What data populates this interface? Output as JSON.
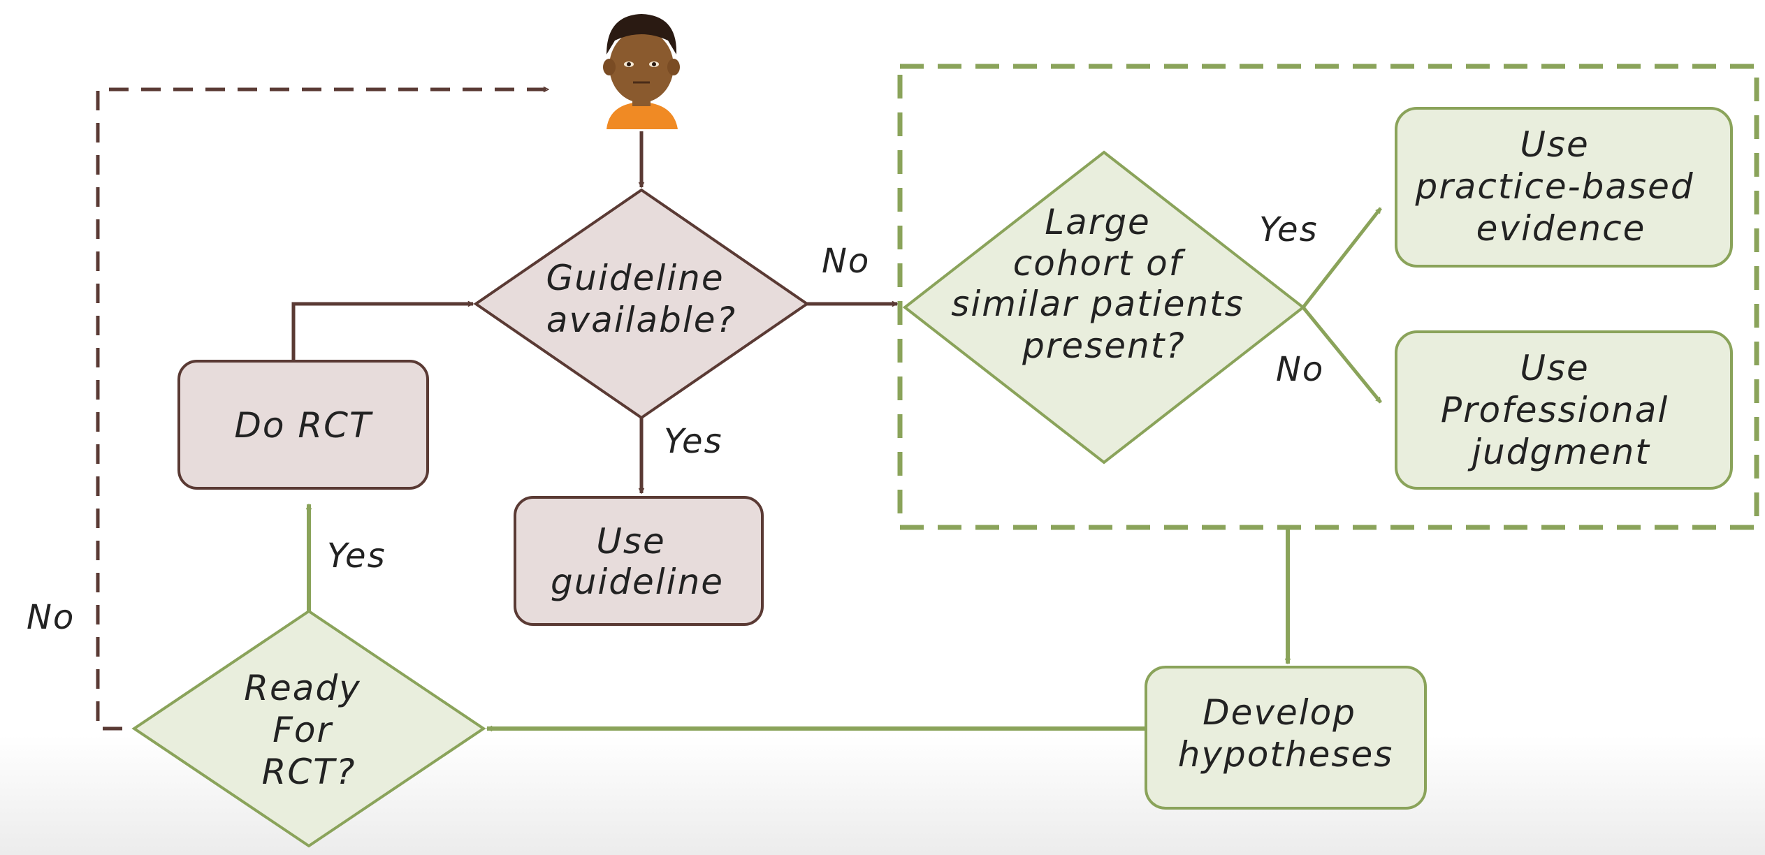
{
  "colors": {
    "brown_stroke": "#5a3a34",
    "brown_fill": "#e7dcdb",
    "green_stroke": "#8aa35a",
    "green_fill": "#e9eedd",
    "text": "#222222",
    "skin": "#8a5a2e",
    "hair": "#2a1a12",
    "shirt": "#f08a24"
  },
  "icons": {
    "person": "patient-avatar"
  },
  "nodes": {
    "guideline": [
      "Guideline",
      "available?"
    ],
    "use_guideline": [
      "Use",
      "guideline"
    ],
    "do_rct": [
      "Do RCT"
    ],
    "cohort": [
      "Large",
      "cohort of",
      "similar patients",
      "present?"
    ],
    "practice": [
      "Use",
      "practice-based",
      "evidence"
    ],
    "professional": [
      "Use",
      "Professional",
      "judgment"
    ],
    "develop": [
      "Develop",
      "hypotheses"
    ],
    "ready": [
      "Ready",
      "For",
      "RCT?"
    ]
  },
  "edges": {
    "guideline_no": "No",
    "guideline_yes": "Yes",
    "cohort_yes": "Yes",
    "cohort_no": "No",
    "ready_yes": "Yes",
    "ready_no": "No"
  }
}
